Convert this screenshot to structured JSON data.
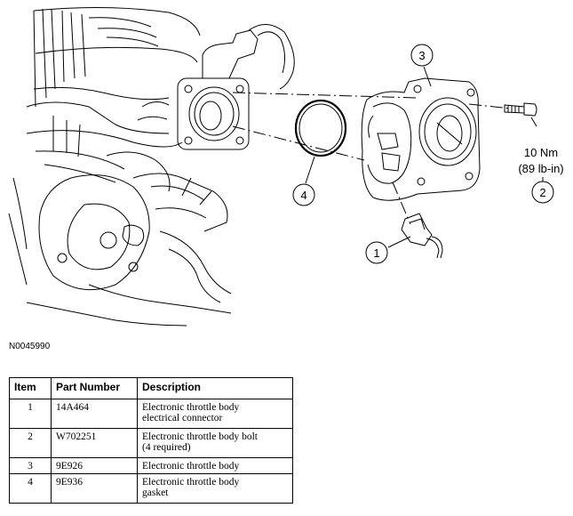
{
  "diagram": {
    "callouts": [
      {
        "number": "1"
      },
      {
        "number": "2"
      },
      {
        "number": "3"
      },
      {
        "number": "4"
      }
    ],
    "torque_nm": "10 Nm",
    "torque_lbin": "(89 lb-in)",
    "figure_id": "N0045990"
  },
  "table": {
    "headers": [
      "Item",
      "Part Number",
      "Description"
    ],
    "rows": [
      {
        "item": "1",
        "part_number": "14A464",
        "description_line1": "Electronic throttle body",
        "description_line2": "electrical connector"
      },
      {
        "item": "2",
        "part_number": "W702251",
        "description_line1": "Electronic throttle body bolt",
        "description_line2": "(4 required)"
      },
      {
        "item": "3",
        "part_number": "9E926",
        "description_line1": "Electronic throttle body",
        "description_line2": ""
      },
      {
        "item": "4",
        "part_number": "9E936",
        "description_line1": "Electronic throttle body",
        "description_line2": "gasket"
      }
    ]
  }
}
